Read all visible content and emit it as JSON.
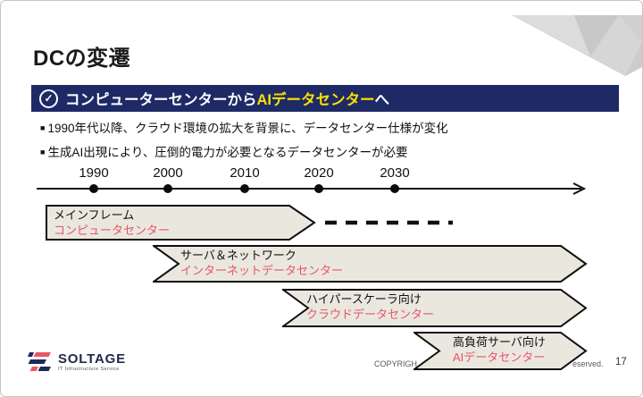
{
  "slide": {
    "title": "DCの変遷",
    "page_number": "17"
  },
  "banner": {
    "text_before": "コンピューターセンターから",
    "text_highlight": "AIデータセンター",
    "text_after": "へ",
    "check_icon": "✓"
  },
  "bullets": {
    "marker": "■",
    "items": [
      "1990年代以降、クラウド環境の拡大を背景に、データセンター仕様が変化",
      "生成AI出現により、圧倒的電力が必要となるデータセンターが必要"
    ]
  },
  "timeline": {
    "years": [
      "1990",
      "2000",
      "2010",
      "2020",
      "2030"
    ]
  },
  "eras": [
    {
      "label": "メインフレーム",
      "sublabel": "コンピュータセンター"
    },
    {
      "label": "サーバ＆ネットワーク",
      "sublabel": "インターネットデータセンター"
    },
    {
      "label": "ハイパースケーラ向け",
      "sublabel": "クラウドデータセンター"
    },
    {
      "label": "高負荷サーバ向け",
      "sublabel": "AIデータセンター"
    }
  ],
  "footer": {
    "logo_text": "SOLTAGE",
    "logo_subtext": "IT Infrastructure Service",
    "copyright_left": "COPYRIGH",
    "copyright_right": "eserved.",
    "page": "17"
  },
  "colors": {
    "navy": "#1e2a66",
    "highlight_yellow": "#ffe100",
    "bar_fill": "#eae7de",
    "accent_red": "#e85468",
    "logo_red": "#ea5566",
    "logo_navy": "#1c2a5e"
  }
}
